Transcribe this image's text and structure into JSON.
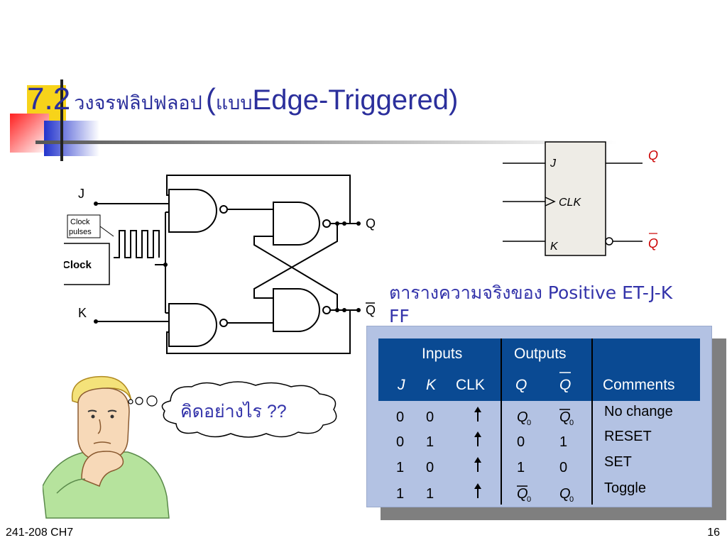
{
  "slide": {
    "title_number": "7.2",
    "title_thai": "วงจรฟลิปฟลอป",
    "title_paren_open": "(",
    "title_thai_small": "แบบ",
    "title_english": "Edge-Triggered)",
    "footer_left": "241-208 CH7",
    "page_number": "16"
  },
  "colors": {
    "title": "#2b2f9c",
    "table_header": "#0a4a93",
    "table_body": "#b3c2e3",
    "qbar_red": "#cc0000"
  },
  "circuit": {
    "input_j": "J",
    "input_k": "K",
    "clock_label_line1": "Clock",
    "clock_label_line2": "pulses",
    "clock_box": "Clock",
    "output_q": "Q",
    "output_qbar": "Q"
  },
  "symbol": {
    "pin_j": "J",
    "pin_clk": "CLK",
    "pin_k": "K",
    "out_q": "Q",
    "out_qbar": "Q"
  },
  "truth_table": {
    "caption": "ตารางความจริงของ Positive ET-J-K FF",
    "group_inputs": "Inputs",
    "group_outputs": "Outputs",
    "col_j": "J",
    "col_k": "K",
    "col_clk": "CLK",
    "col_q": "Q",
    "col_qbar": "Q",
    "col_comments": "Comments",
    "rows": [
      {
        "j": "0",
        "k": "0",
        "q": "Q",
        "q_sub": "0",
        "qbar": "Q",
        "qbar_sub": "0",
        "q_over": false,
        "qbar_over": true,
        "comment": "No change"
      },
      {
        "j": "0",
        "k": "1",
        "q": "0",
        "q_sub": "",
        "qbar": "1",
        "qbar_sub": "",
        "q_over": false,
        "qbar_over": false,
        "comment": "RESET"
      },
      {
        "j": "1",
        "k": "0",
        "q": "1",
        "q_sub": "",
        "qbar": "0",
        "qbar_sub": "",
        "q_over": false,
        "qbar_over": false,
        "comment": "SET"
      },
      {
        "j": "1",
        "k": "1",
        "q": "Q",
        "q_sub": "0",
        "qbar": "Q",
        "qbar_sub": "0",
        "q_over": true,
        "qbar_over": false,
        "comment": "Toggle"
      }
    ]
  },
  "thought": {
    "text": "คิดอย่างไร ??"
  }
}
